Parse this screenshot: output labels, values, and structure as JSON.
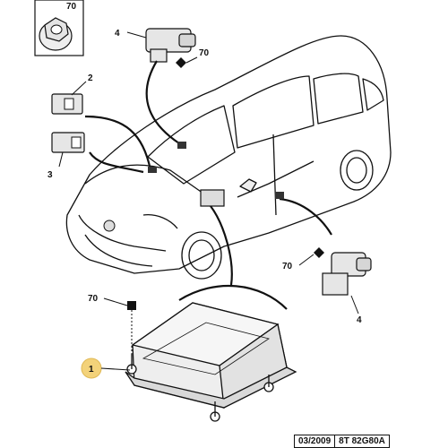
{
  "inset": {
    "label": "70"
  },
  "callouts": {
    "c4_top": "4",
    "c70_top": "70",
    "c2": "2",
    "c3": "3",
    "c70_right": "70",
    "c4_right": "4",
    "c70_bottom": "70",
    "c1": "1"
  },
  "footer": {
    "date": "03/2009",
    "reference": "8T 82G80A"
  },
  "colors": {
    "line": "#111111",
    "highlight": "#f3d27a",
    "fill": "#ffffff",
    "part": "#eeeeee"
  }
}
